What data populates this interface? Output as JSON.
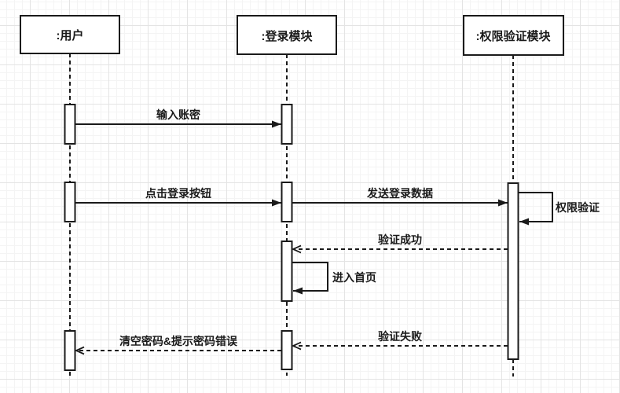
{
  "diagram": {
    "type": "uml-sequence-diagram",
    "actors": [
      {
        "id": "user",
        "label": ":用户"
      },
      {
        "id": "login-module",
        "label": ":登录模块"
      },
      {
        "id": "auth-module",
        "label": ":权限验证模块"
      }
    ],
    "messages": [
      {
        "label": "输入账密",
        "from": "user",
        "to": "login-module",
        "style": "solid"
      },
      {
        "label": "点击登录按钮",
        "from": "user",
        "to": "login-module",
        "style": "solid"
      },
      {
        "label": "发送登录数据",
        "from": "login-module",
        "to": "auth-module",
        "style": "solid"
      },
      {
        "label": "权限验证",
        "from": "auth-module",
        "to": "auth-module",
        "style": "self"
      },
      {
        "label": "验证成功",
        "from": "auth-module",
        "to": "login-module",
        "style": "dashed-return"
      },
      {
        "label": "进入首页",
        "from": "login-module",
        "to": "login-module",
        "style": "self"
      },
      {
        "label": "清空密码&提示密码错误",
        "from": "login-module",
        "to": "user",
        "style": "dashed-return"
      },
      {
        "label": "验证失败",
        "from": "auth-module",
        "to": "login-module",
        "style": "dashed-return"
      }
    ],
    "colors": {
      "stroke": "#1a1a1a",
      "shape_fill": "#ffffff",
      "grid_major": "#e4e4e4",
      "grid_minor": "#f4f4f4"
    }
  }
}
